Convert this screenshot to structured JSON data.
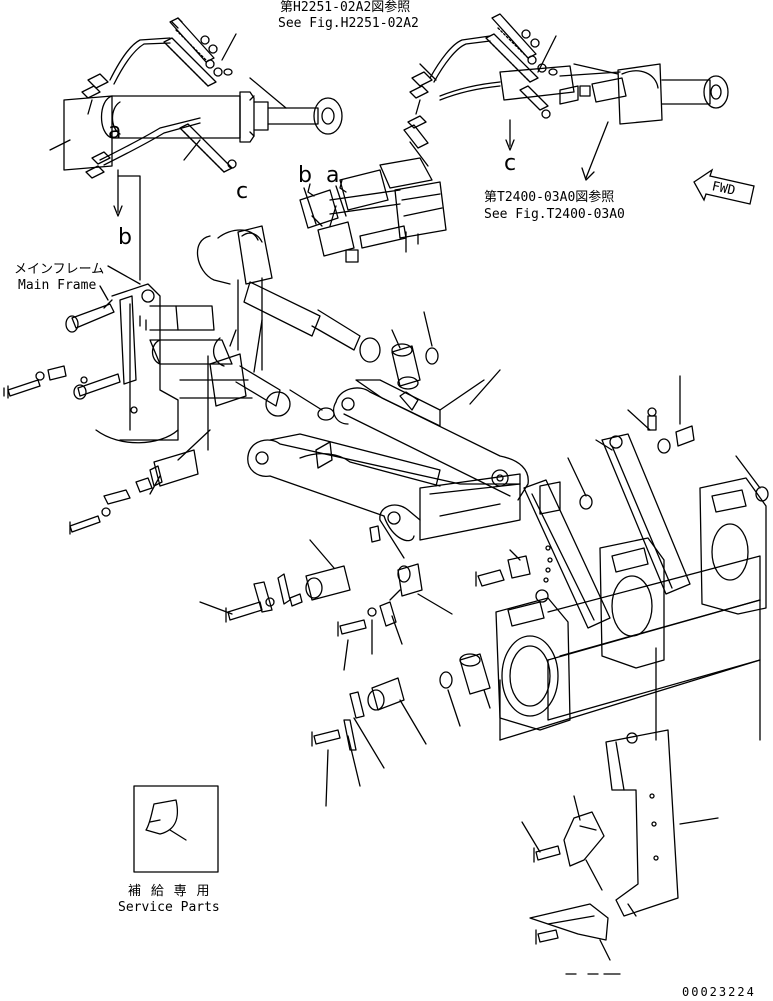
{
  "refs": {
    "h2251_jp": "第H2251-02A2図参照",
    "h2251_en": "See Fig.H2251-02A2",
    "t2400_jp": "第T2400-03A0図参照",
    "t2400_en": "See Fig.T2400-03A0"
  },
  "frame": {
    "jp": "メインフレーム",
    "en": "Main Frame"
  },
  "service": {
    "jp": "補 給 専 用",
    "en": "Service Parts"
  },
  "detail_letters": {
    "a1": "a",
    "b1": "b",
    "c1": "c",
    "c2": "c",
    "b2": "b",
    "a2": "a"
  },
  "fwd_label": "FWD",
  "figure_number": "00023224",
  "icons": {
    "fwd_arrow": "forward-direction-arrow-icon"
  }
}
